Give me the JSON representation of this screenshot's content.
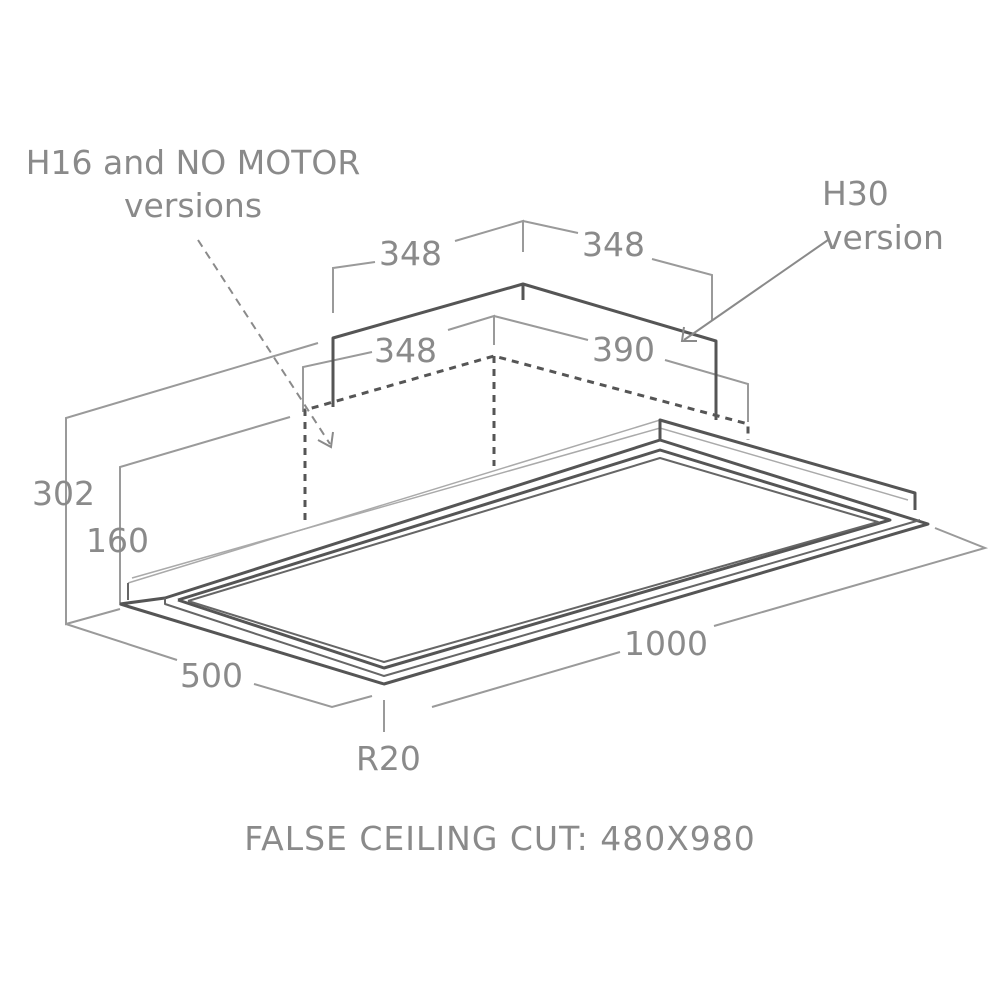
{
  "dimensions": {
    "top_left": "348",
    "top_right": "348",
    "inner_left": "348",
    "inner_right": "390",
    "height_total": "302",
    "height_body": "160",
    "depth": "500",
    "length": "1000",
    "radius": "R20"
  },
  "notes": {
    "h16_line1": "H16 and NO MOTOR",
    "h16_line2": "versions",
    "h30_line1": "H30",
    "h30_line2": "version"
  },
  "footer": {
    "text": "FALSE CEILING CUT: 480X980"
  }
}
